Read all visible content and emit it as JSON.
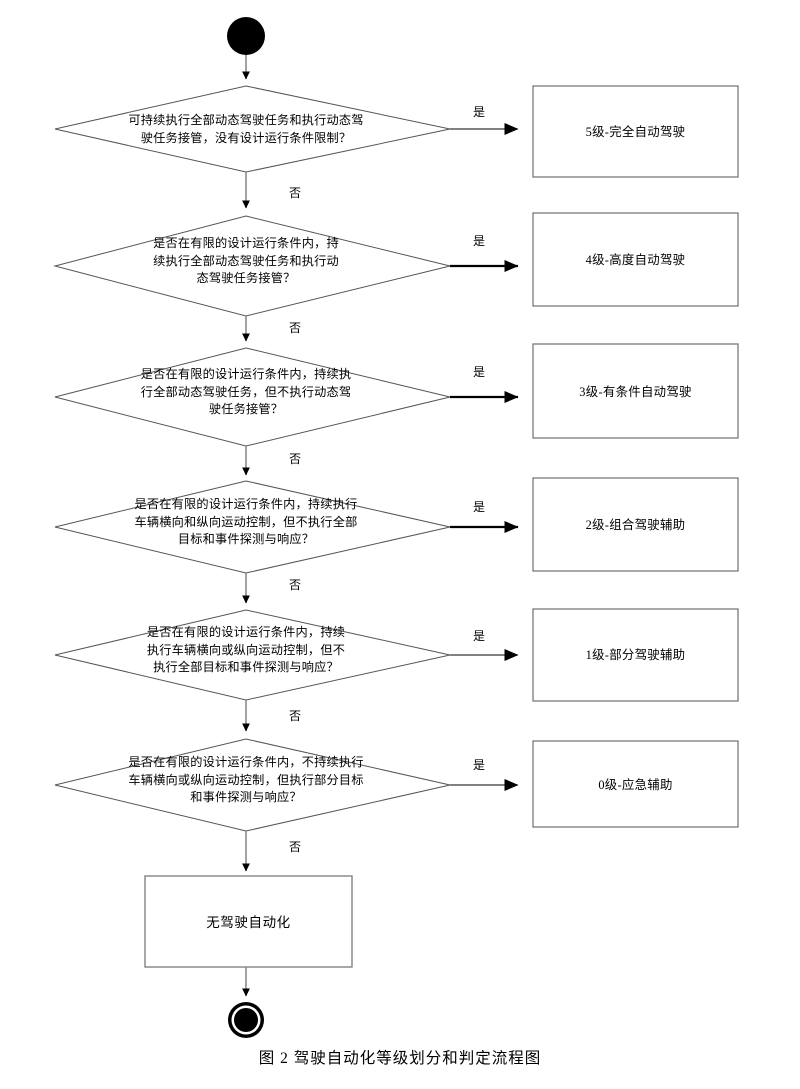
{
  "figure": {
    "caption": "图 2  驾驶自动化等级划分和判定流程图",
    "start_node": "start-filled-circle",
    "end_node": "end-double-circle",
    "yes_label": "是",
    "no_label": "否",
    "line_color": "#808080",
    "arrow_color": "#000000",
    "text_color": "#000000",
    "background": "#ffffff"
  },
  "decisions": [
    {
      "id": "d1",
      "text": "可持续执行全部动态驾驶任务和执行动态驾\n驶任务接管，没有设计运行条件限制？",
      "yes_label": "是",
      "no_label": "否"
    },
    {
      "id": "d2",
      "text": "是否在有限的设计运行条件内，持\n续执行全部动态驾驶任务和执行动\n态驾驶任务接管？",
      "yes_label": "是",
      "no_label": "否"
    },
    {
      "id": "d3",
      "text": "是否在有限的设计运行条件内，持续执\n行全部动态驾驶任务，但不执行动态驾\n驶任务接管？",
      "yes_label": "是",
      "no_label": "否"
    },
    {
      "id": "d4",
      "text": "是否在有限的设计运行条件内，持续执行\n车辆横向和纵向运动控制，但不执行全部\n目标和事件探测与响应？",
      "yes_label": "是",
      "no_label": "否"
    },
    {
      "id": "d5",
      "text": "是否在有限的设计运行条件内，持续\n执行车辆横向或纵向运动控制，但不\n执行全部目标和事件探测与响应？",
      "yes_label": "是",
      "no_label": "否"
    },
    {
      "id": "d6",
      "text": "是否在有限的设计运行条件内，不持续执行\n车辆横向或纵向运动控制，但执行部分目标\n和事件探测与响应？",
      "yes_label": "是",
      "no_label": "否"
    }
  ],
  "results": [
    {
      "id": "r5",
      "text": "5级-完全自动驾驶"
    },
    {
      "id": "r4",
      "text": "4级-高度自动驾驶"
    },
    {
      "id": "r3",
      "text": "3级-有条件自动驾驶"
    },
    {
      "id": "r2",
      "text": "2级-组合驾驶辅助"
    },
    {
      "id": "r1",
      "text": "1级-部分驾驶辅助"
    },
    {
      "id": "r0",
      "text": "0级-应急辅助"
    }
  ],
  "terminal": {
    "final_box": "无驾驶自动化"
  }
}
